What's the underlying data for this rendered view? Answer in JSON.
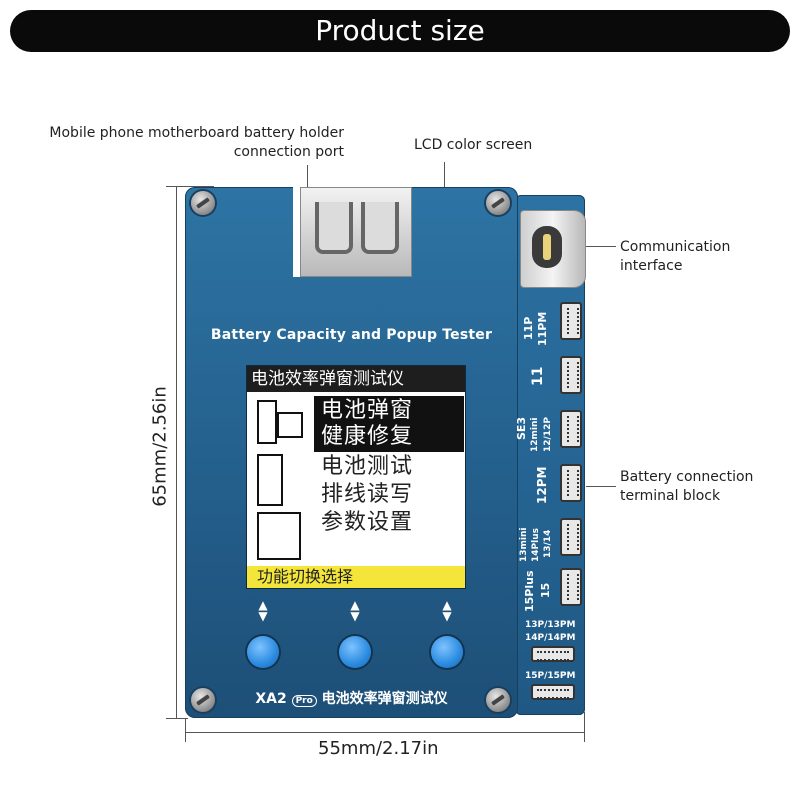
{
  "banner": {
    "title": "Product size"
  },
  "callouts": {
    "port": "Mobile phone motherboard battery holder connection port",
    "lcd": "LCD color screen",
    "comm": "Communication interface",
    "battery": "Battery connection terminal block"
  },
  "dimensions": {
    "height": "65mm/2.56in",
    "width": "55mm/2.17in"
  },
  "device": {
    "title": "Battery Capacity and Popup Tester",
    "brand": "XA2",
    "brand_badge": "Pro",
    "brand_cn": "电池效率弹窗测试仪",
    "lcd": {
      "header": "电池效率弹窗测试仪",
      "menu": [
        "电池弹窗",
        "健康修复",
        "电池测试",
        "排线读写",
        "参数设置"
      ],
      "footer": "功能切换选择"
    },
    "connectors": [
      "11P",
      "11PM",
      "11",
      "SE3",
      "12mini",
      "12/12P",
      "12PM",
      "13mini",
      "14Plus",
      "13/14",
      "15Plus",
      "15",
      "13P/13PM",
      "14P/14PM",
      "15P/15PM"
    ]
  },
  "colors": {
    "board": "#2d74a4",
    "lcd_footer": "#f3e53a",
    "button": "#2b8be0"
  }
}
